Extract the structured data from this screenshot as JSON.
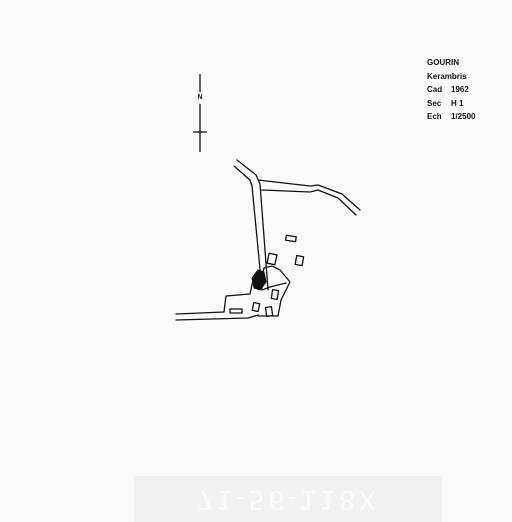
{
  "map_info": {
    "commune": "GOURIN",
    "lieu_dit": "Kerambris",
    "cad_label": "Cad",
    "cad_value": "1962",
    "sec_label": "Sec",
    "sec_value": "H 1",
    "ech_label": "Ech",
    "ech_value": "1/2500"
  },
  "north_arrow": {
    "letter": "N"
  },
  "archive_stamp": {
    "text": "71-56-118X"
  },
  "colors": {
    "ink": "#111111",
    "paper": "#fbfbfb",
    "stamp_band": "#f1f1f1"
  }
}
